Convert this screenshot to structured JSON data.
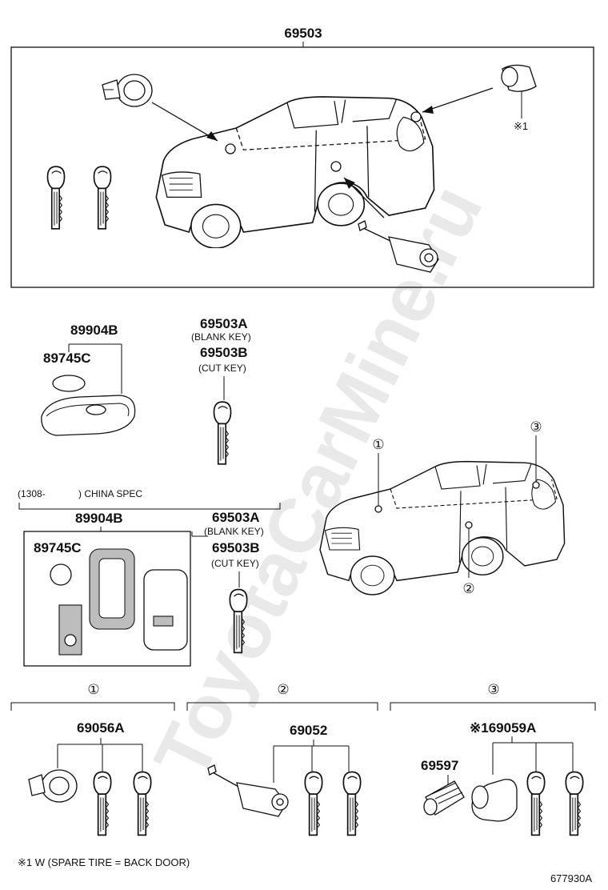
{
  "watermark": "ToyotaCarMine.ru",
  "top_assembly": {
    "part_number": "69503",
    "note_marker": "※1"
  },
  "left_group": {
    "remote": "89904B",
    "battery": "89745C",
    "key_part": "69503A",
    "key_part_desc": "(BLANK KEY)",
    "cut_key_part": "69503B",
    "cut_key_desc": "(CUT KEY)"
  },
  "china_group": {
    "header_start": "(1308-",
    "header_end": ") CHINA SPEC",
    "remote": "89904B",
    "battery": "89745C",
    "key_part": "69503A",
    "key_part_desc": "(BLANK KEY)",
    "cut_key_part": "69503B",
    "cut_key_desc": "(CUT KEY)"
  },
  "locations": {
    "one": "①",
    "two": "②",
    "three": "③"
  },
  "bottom_groups": {
    "g1": {
      "marker": "①",
      "part_number": "69056A"
    },
    "g2": {
      "marker": "②",
      "part_number": "69052"
    },
    "g3": {
      "marker": "③",
      "part_number": "※169059A",
      "sub_part": "69597"
    }
  },
  "footnote": "※1 W (SPARE TIRE = BACK DOOR)",
  "diagram_code": "677930A"
}
